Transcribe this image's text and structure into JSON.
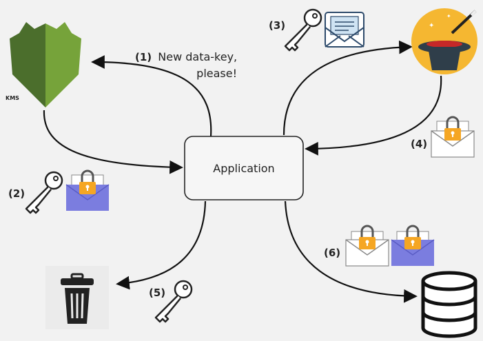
{
  "application": {
    "label": "Application"
  },
  "kms": {
    "label": "KMS"
  },
  "steps": [
    {
      "number": "(1)",
      "text_line1": "New data-key,",
      "text_line2": "please!"
    },
    {
      "number": "(2)"
    },
    {
      "number": "(3)"
    },
    {
      "number": "(4)"
    },
    {
      "number": "(5)"
    },
    {
      "number": "(6)"
    }
  ],
  "colors": {
    "background": "#f2f2f2",
    "kms_dark": "#4b6e2c",
    "kms_light": "#76a33a",
    "envelope_purple": "#7b7ddf",
    "padlock_orange": "#f5a623",
    "hat_circle": "#f5b731",
    "arrow": "#111111"
  },
  "icons": [
    "kms-logo",
    "key-icon",
    "envelope-icon",
    "padlock-icon",
    "magic-hat-icon",
    "trash-icon",
    "database-icon"
  ]
}
